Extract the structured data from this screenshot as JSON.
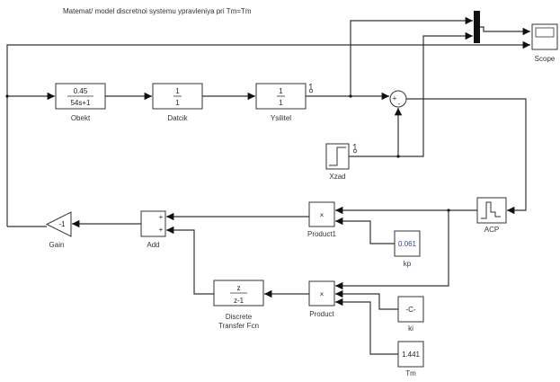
{
  "title": "Matemat/ model  discretnoi systemu ypravleniya pri Tm=Tm",
  "blocks": {
    "obekt": {
      "label": "Obekt",
      "numerator": "0.45",
      "denominator": "54s+1",
      "type": "transfer-fcn"
    },
    "datcik": {
      "label": "Datcik",
      "numerator": "1",
      "denominator": "1",
      "type": "transfer-fcn"
    },
    "ysilitel": {
      "label": "Ysilitel",
      "numerator": "1",
      "denominator": "1",
      "type": "transfer-fcn"
    },
    "sum": {
      "type": "sum",
      "signs": [
        "+",
        "-"
      ]
    },
    "xzad": {
      "label": "Xzad",
      "type": "step"
    },
    "mux": {
      "type": "mux"
    },
    "scope": {
      "label": "Scope",
      "type": "scope"
    },
    "acp": {
      "label": "ACP",
      "type": "zero-order-hold"
    },
    "product1": {
      "label": "Product1",
      "symbol": "×",
      "type": "product"
    },
    "kp": {
      "label": "kp",
      "value": "0.061",
      "type": "constant"
    },
    "product": {
      "label": "Product",
      "symbol": "×",
      "type": "product"
    },
    "ki": {
      "label": "ki",
      "value": "-C-",
      "type": "constant"
    },
    "tm": {
      "label": "Tm",
      "value": "1.441",
      "type": "constant"
    },
    "dtf": {
      "label_line1": "Discrete",
      "label_line2": "Transfer Fcn",
      "numerator": "z",
      "denominator": "z-1",
      "type": "discrete-transfer-fcn"
    },
    "add": {
      "label": "Add",
      "signs": [
        "+",
        "+"
      ],
      "type": "sum"
    },
    "gain": {
      "label": "Gain",
      "value": "-1",
      "type": "gain"
    }
  }
}
